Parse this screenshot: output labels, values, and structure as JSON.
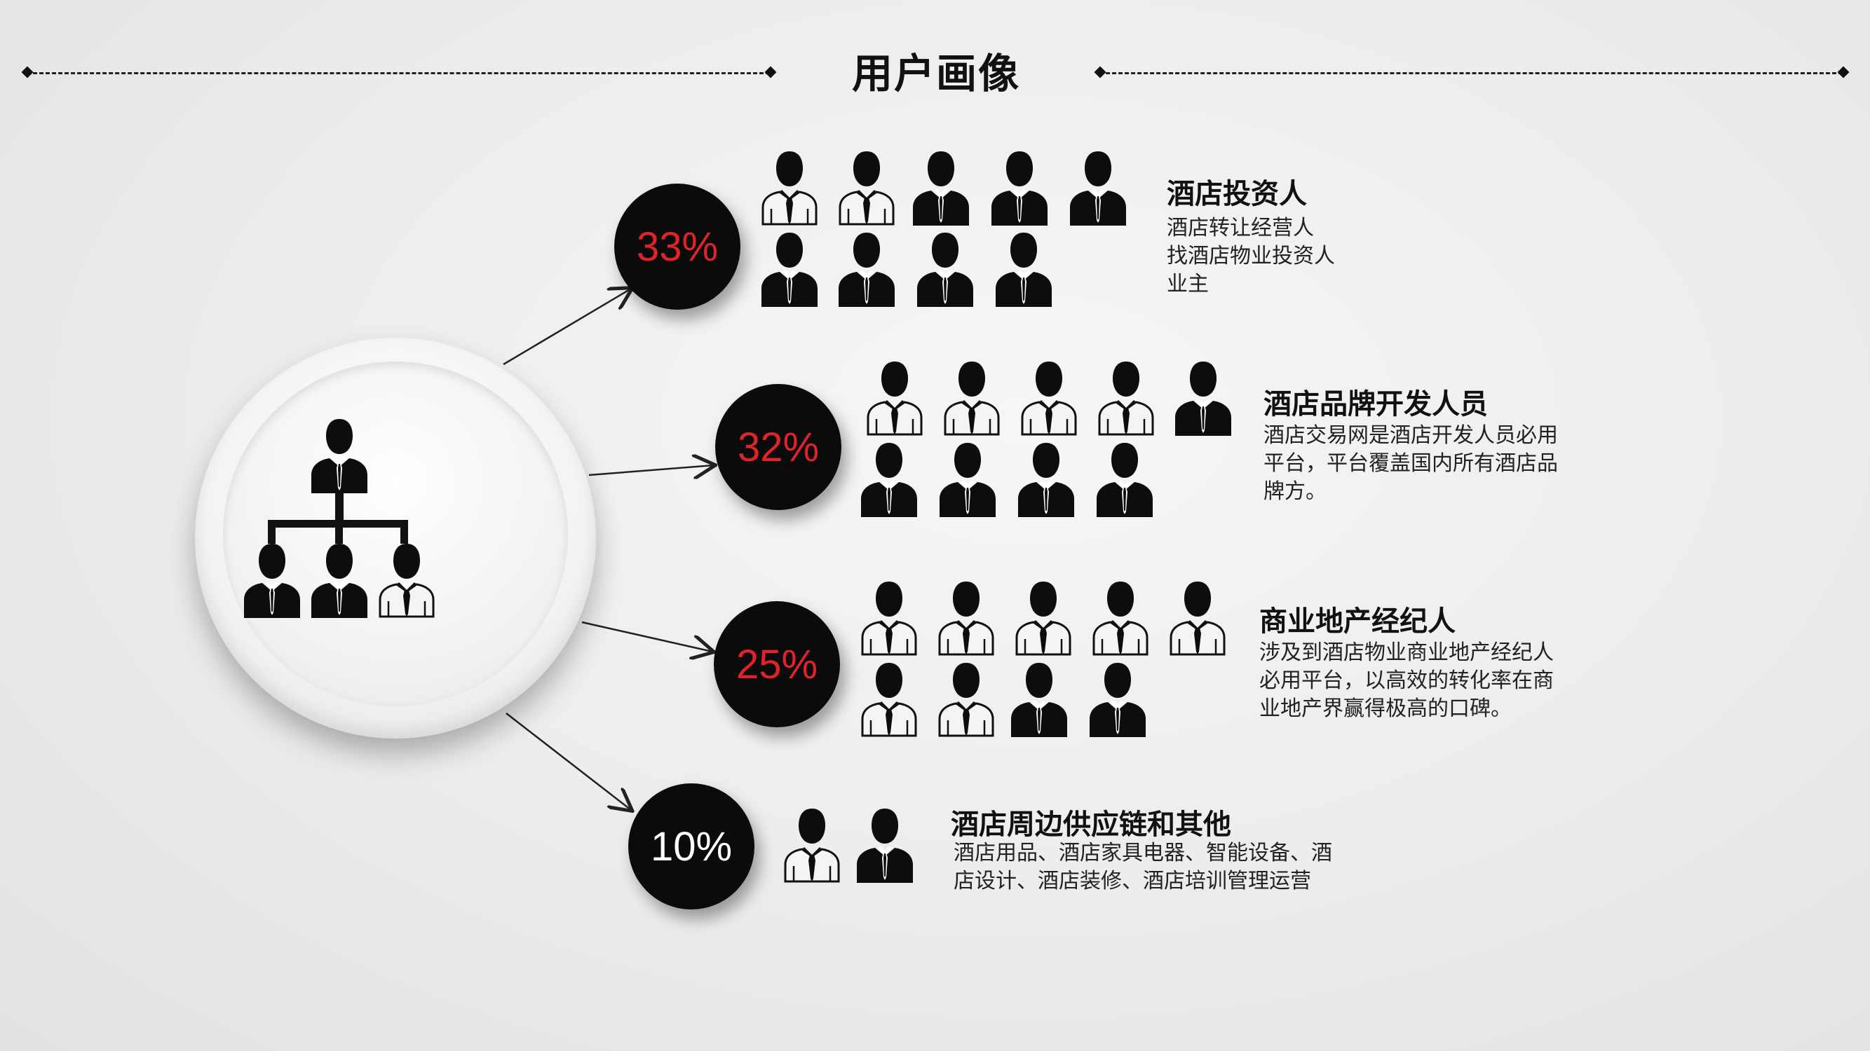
{
  "page": {
    "title": "用户画像"
  },
  "hub": {
    "icon": "org-chart-icon"
  },
  "categories": [
    {
      "percent": "33%",
      "color": "#e0232a",
      "title": "酒店投资人",
      "desc": [
        "酒店转让经营人",
        "找酒店物业投资人",
        "业主"
      ]
    },
    {
      "percent": "32%",
      "color": "#e0232a",
      "title": "酒店品牌开发人员",
      "desc": [
        "酒店交易网是酒店开发人员必用",
        "平台，平台覆盖国内所有酒店品",
        "牌方。"
      ]
    },
    {
      "percent": "25%",
      "color": "#e0232a",
      "title": "商业地产经纪人",
      "desc": [
        "涉及到酒店物业商业地产经纪人",
        "必用平台，以高效的转化率在商",
        "业地产界赢得极高的口碑。"
      ]
    },
    {
      "percent": "10%",
      "color": "#ffffff",
      "title": "酒店周边供应链和其他",
      "desc": [
        "酒店用品、酒店家具电器、智能设备、酒",
        "店设计、酒店装修、酒店培训管理运营"
      ]
    }
  ],
  "icons": {
    "person_dark": "businessman-dark-icon",
    "person_light": "businessman-light-icon"
  }
}
